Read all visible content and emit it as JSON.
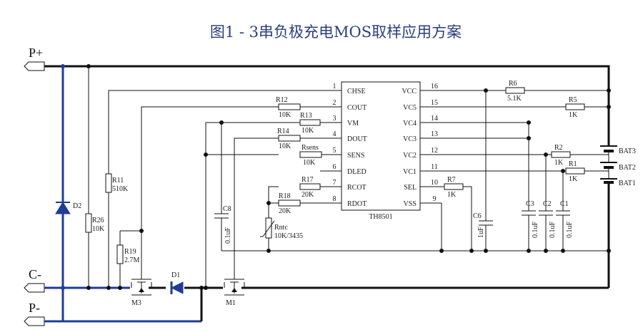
{
  "title": "图1 - 3串负极充电MOS取样应用方案",
  "terminals": {
    "p_plus": "P+",
    "c_minus": "C-",
    "p_minus": "P-"
  },
  "ic": {
    "name": "TH8501",
    "left_pins": [
      {
        "num": "1",
        "name": "CHSE"
      },
      {
        "num": "2",
        "name": "COUT"
      },
      {
        "num": "3",
        "name": "VM"
      },
      {
        "num": "4",
        "name": "DOUT"
      },
      {
        "num": "5",
        "name": "SENS"
      },
      {
        "num": "6",
        "name": "DLED"
      },
      {
        "num": "7",
        "name": "RCOT"
      },
      {
        "num": "8",
        "name": "RDOT"
      }
    ],
    "right_pins": [
      {
        "num": "16",
        "name": "VCC"
      },
      {
        "num": "15",
        "name": "VC5"
      },
      {
        "num": "14",
        "name": "VC4"
      },
      {
        "num": "13",
        "name": "VC3"
      },
      {
        "num": "12",
        "name": "VC2"
      },
      {
        "num": "11",
        "name": "VC1"
      },
      {
        "num": "10",
        "name": "SEL"
      },
      {
        "num": "9",
        "name": "VSS"
      }
    ]
  },
  "resistors": {
    "r12": {
      "name": "R12",
      "value": "10K"
    },
    "r13": {
      "name": "R13",
      "value": "10K"
    },
    "r14": {
      "name": "R14",
      "value": "10K"
    },
    "rsens": {
      "name": "Rsens",
      "value": "10K"
    },
    "r17": {
      "name": "R17",
      "value": "20K"
    },
    "r18": {
      "name": "R18",
      "value": "20K"
    },
    "r11": {
      "name": "R11",
      "value": "510K"
    },
    "r26": {
      "name": "R26",
      "value": "10K"
    },
    "r19": {
      "name": "R19",
      "value": "2.7M"
    },
    "r6": {
      "name": "R6",
      "value": "5.1K"
    },
    "r5": {
      "name": "R5",
      "value": "1K"
    },
    "r2": {
      "name": "R2",
      "value": "1K"
    },
    "r1": {
      "name": "R1",
      "value": "1K"
    },
    "r7": {
      "name": "R7",
      "value": "1K"
    },
    "rntc": {
      "name": "Rntc",
      "value": "10K/3435"
    }
  },
  "capacitors": {
    "c8": {
      "name": "C8",
      "value": "0.1uF"
    },
    "c6": {
      "name": "C6",
      "value": "1uF"
    },
    "c3": {
      "name": "C3",
      "value": "0.1uF"
    },
    "c2": {
      "name": "C2",
      "value": "0.1uF"
    },
    "c1": {
      "name": "C1",
      "value": "0.1uF"
    }
  },
  "diodes": {
    "d2": "D2",
    "d1": "D1"
  },
  "mosfets": {
    "m3": "M3",
    "m1": "M1"
  },
  "batteries": {
    "bat3": "BAT3",
    "bat2": "BAT2",
    "bat1": "BAT1"
  },
  "colors": {
    "wire": "#111111",
    "highlight": "#1f3c96",
    "title": "#2a3f7a"
  }
}
